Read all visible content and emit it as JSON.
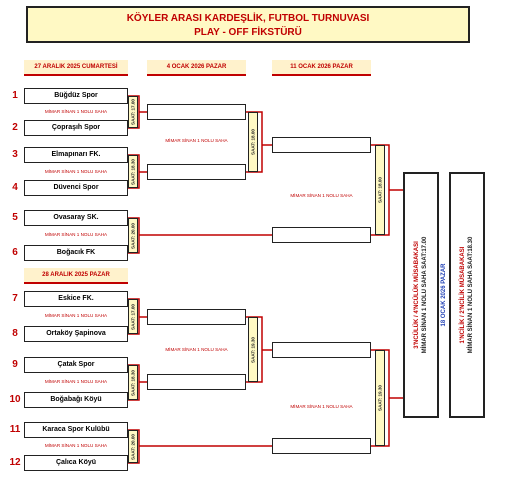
{
  "header": {
    "line1": "KÖYLER ARASI KARDEŞLİK, FUTBOL TURNUVASI",
    "line2": "PLAY - OFF FİKSTÜRÜ"
  },
  "dates": {
    "d1": "27 ARALIK 2025 CUMARTESİ",
    "d2": "4 OCAK 2026 PAZAR",
    "d3": "11 OCAK 2026 PAZAR",
    "d4": "28 ARALIK 2025 PAZAR"
  },
  "teams": [
    {
      "num": "1",
      "name": "Büğdüz Spor"
    },
    {
      "num": "2",
      "name": "Çopraşıh Spor"
    },
    {
      "num": "3",
      "name": "Elmapınarı FK."
    },
    {
      "num": "4",
      "name": "Düvenci Spor"
    },
    {
      "num": "5",
      "name": "Ovasaray SK."
    },
    {
      "num": "6",
      "name": "Boğacık FK"
    },
    {
      "num": "7",
      "name": "Eskice FK."
    },
    {
      "num": "8",
      "name": "Ortaköy Şapinova"
    },
    {
      "num": "9",
      "name": "Çatak Spor"
    },
    {
      "num": "10",
      "name": "Boğabağı Köyü"
    },
    {
      "num": "11",
      "name": "Karaca Spor Kulübü"
    },
    {
      "num": "12",
      "name": "Çalıca Köyü"
    }
  ],
  "venue": "MİMAR SİNAN 1 NOLU SAHA",
  "times": {
    "r1a": "SAAT: 17.00",
    "r1b": "SAAT: 18.30",
    "r1c": "SAAT: 20.00",
    "r1d": "SAAT: 17.00",
    "r1e": "SAAT: 18.30",
    "r1f": "SAAT: 20.00",
    "r2a": "SAAT: 18.00",
    "r2b": "SAAT: 19.30",
    "r3a": "SAAT: 18.00",
    "r3b": "SAAT: 19.30"
  },
  "final": {
    "third_title": "3'NCÜLÜK / 4'NCÜLÜK MÜSABAKASI",
    "third_venue": "MİMAR SİNAN 1 NOLU SAHA SAAT:17.00",
    "date": "18 OCAK 2026 PAZAR",
    "first_title": "1'NCİLİK / 2'NCİLİK MÜSABAKASI",
    "first_venue": "MİMAR SİNAN 1 NOLU SAHA SAAT:18.30"
  }
}
